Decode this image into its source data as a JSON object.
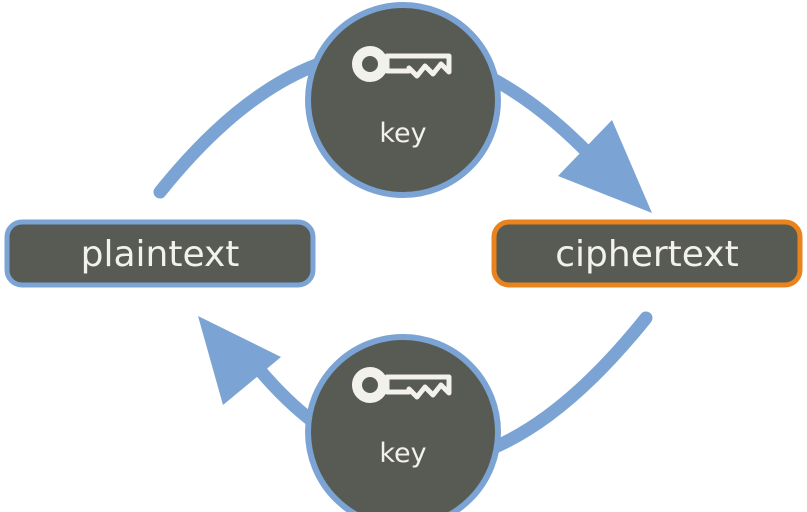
{
  "diagram": {
    "plaintext_label": "plaintext",
    "ciphertext_label": "ciphertext",
    "top_key_label": "key",
    "bottom_key_label": "key",
    "icons": {
      "top": "key-icon",
      "bottom": "key-icon"
    },
    "colors": {
      "background": "#ffffff",
      "node_fill": "#575b53",
      "accent_blue": "#7ba3d4",
      "accent_orange": "#e8831d",
      "label_text": "#f2f1ea"
    }
  }
}
